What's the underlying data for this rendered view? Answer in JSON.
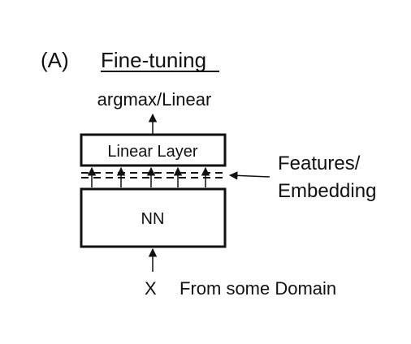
{
  "panel_label": "(A)",
  "title": "Fine-tuning",
  "output_label": "argmax/Linear",
  "blocks": {
    "linear_layer": "Linear Layer",
    "nn": "NN"
  },
  "features_label": {
    "line1": "Features/",
    "line2": "Embedding"
  },
  "input_label": {
    "symbol": "X",
    "text": "From some Domain"
  }
}
